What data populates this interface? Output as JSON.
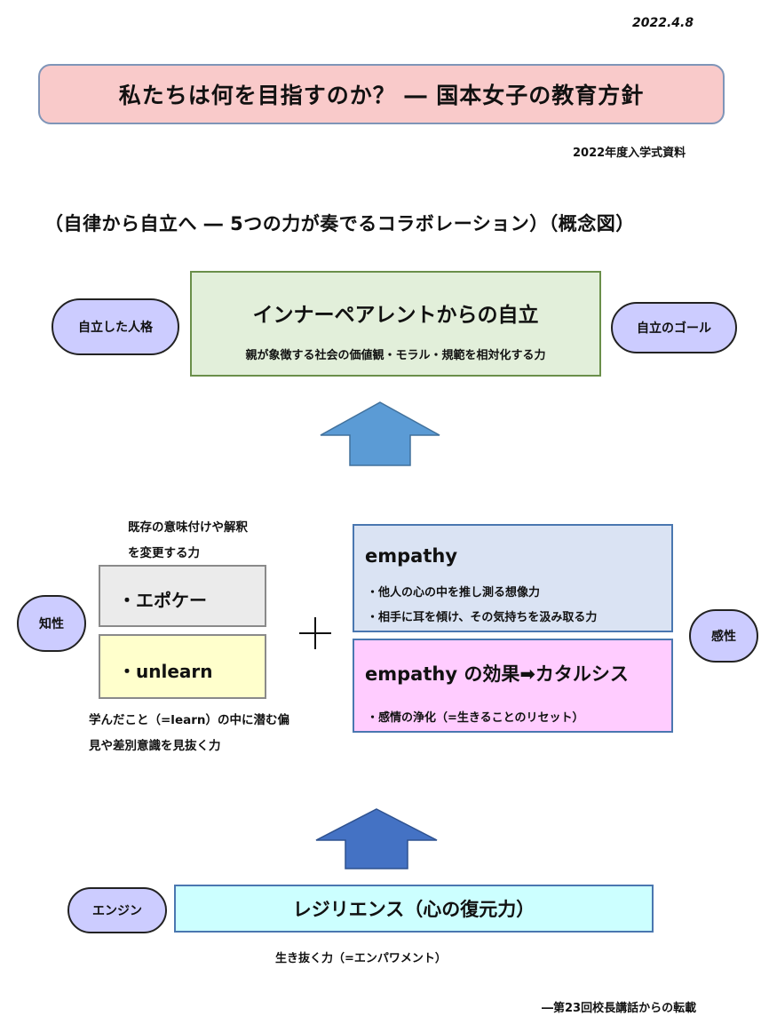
{
  "date": "2022.4.8",
  "title": "私たちは何を目指すのか？ ― 国本女子の教育方針",
  "subtitle": "2022年度入学式資料",
  "heading": "（自律から自立へ ― 5つの力が奏でるコラボレーション）（概念図）",
  "top": {
    "left_pill": "自立した人格",
    "right_pill": "自立のゴール",
    "box_title": "インナーペアレントからの自立",
    "box_sub": "親が象徴する社会の価値観・モラル・規範を相対化する力"
  },
  "middle": {
    "left_pill": "知性",
    "right_pill": "感性",
    "epoche_note_line1": "既存の意味付けや解釈",
    "epoche_note_line2": "を変更する力",
    "epoche_label": "・エポケー",
    "unlearn_label": "・unlearn",
    "unlearn_note_line1": "学んだこと（=learn）の中に潜む偏",
    "unlearn_note_line2": "見や差別意識を見抜く力",
    "empathy_title": "empathy",
    "empathy_line1": "・他人の心の中を推し測る想像力",
    "empathy_line2": "・相手に耳を傾け、その気持ちを汲み取る力",
    "catharsis_title": "empathy の効果➡カタルシス",
    "catharsis_line1": "・感情の浄化（=生きることのリセット）"
  },
  "bottom": {
    "left_pill": "エンジン",
    "box_title": "レジリエンス（心の復元力）",
    "caption": "生き抜く力（=エンパワメント）"
  },
  "footer": "―第23回校長講話からの転載",
  "colors": {
    "title_fill": "#f9caca",
    "pill_fill": "#ccccff",
    "green_fill": "#e2efda",
    "blue_fill": "#dae3f3",
    "pink_fill": "#ffccff",
    "yellow_fill": "#ffffcc",
    "gray_fill": "#ebebeb",
    "cyan_fill": "#ccffff",
    "arrow_top": "#5b9bd5",
    "arrow_bottom": "#4472c4"
  }
}
